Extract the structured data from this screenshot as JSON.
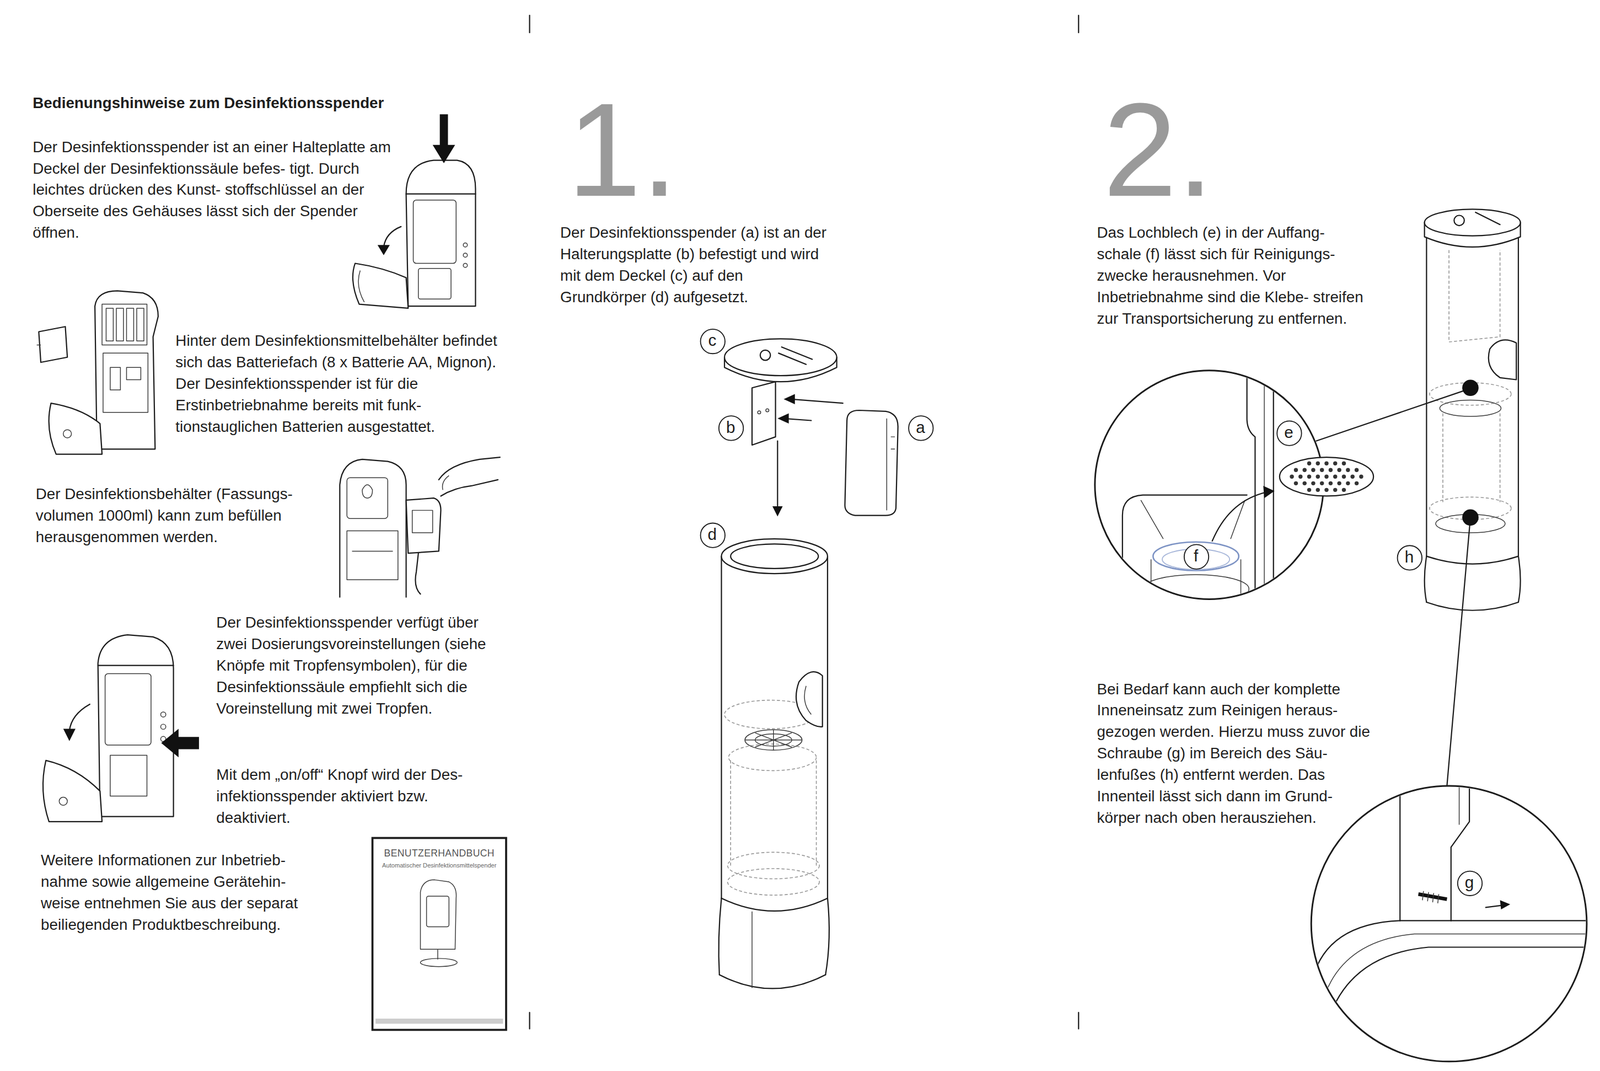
{
  "diagram": {
    "title": "Bedienungshinweise zum Desinfektionsspender",
    "nodes": [
      {
        "text": [
          "BENUTZERHANDBUCH",
          "Automatischer Desinfektionsmittelspender"
        ]
      },
      {
        "text": [
          "c"
        ]
      },
      {
        "text": [
          "b"
        ]
      },
      {
        "text": [
          "a"
        ]
      },
      {
        "text": [
          "d"
        ]
      },
      {
        "text": [
          "e"
        ]
      },
      {
        "text": [
          "f"
        ]
      },
      {
        "text": [
          "h"
        ]
      },
      {
        "text": [
          "g"
        ]
      }
    ],
    "labels": [
      "Der Desinfektionsspender ist an einer Halteplatte am Deckel der Desinfektionssäule befes- tigt. Durch leichtes drücken des Kunst- stoffschlüssel an der Oberseite des Gehäuses lässt sich der Spender öffnen.",
      "Hinter dem Desinfektionsmittelbehälter befindet sich das Batteriefach (8 x Batterie AA, Mignon). Der Desinfektionsspender ist für die Erstinbetriebnahme bereits mit funk- tionstauglichen Batterien ausgestattet.",
      "Der Desinfektionsbehälter (Fassungs- volumen 1000ml) kann zum befüllen herausgenommen werden.",
      "Der Desinfektionsspender verfügt über zwei Dosierungsvoreinstellungen (siehe Knöpfe mit Tropfensymbolen), für die Desinfektionssäule empfiehlt sich die Voreinstellung mit zwei Tropfen.",
      "Mit dem „on/off“ Knopf wird der Des- infektionsspender aktiviert bzw. deaktiviert.",
      "Weitere Informationen zur Inbetrieb- nahme sowie allgemeine Gerätehin- weise entnehmen Sie aus der separat beiliegenden Produktbeschreibung.",
      "1.",
      "Der Desinfektionsspender (a) ist an der Halterungsplatte (b) befestigt und wird mit dem Deckel (c) auf den Grundkörper (d) aufgesetzt.",
      "2.",
      "Das Lochblech (e) in der Auffang- schale (f) lässt sich für Reinigungs- zwecke herausnehmen. Vor Inbetriebnahme sind die Klebe- streifen zur Transportsicherung zu entfernen.",
      "Bei Bedarf kann auch der komplette Inneneinsatz zum Reinigen heraus- gezogen werden. Hierzu muss zuvor die Schraube (g) im Bereich des Säu- lenfußes (h) entfernt werden. Das Innenteil lässt sich dann im Grund- körper nach oben herausziehen."
    ]
  }
}
